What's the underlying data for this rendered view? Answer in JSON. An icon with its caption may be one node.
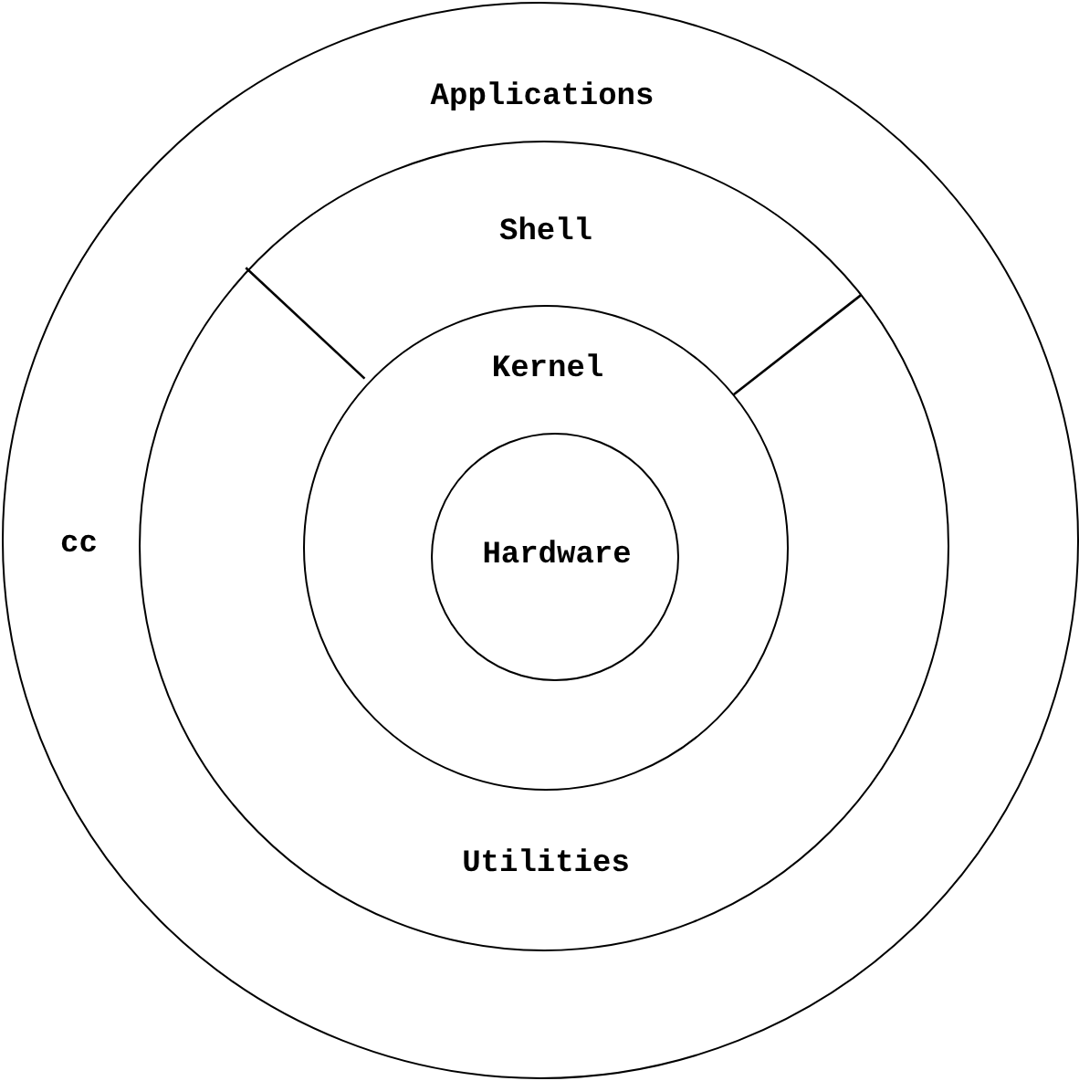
{
  "diagram": {
    "nodes": [
      {
        "text": [
          "Applications"
        ]
      },
      {
        "text": [
          "Shell",
          "Utilities"
        ],
        "in": 0
      },
      {
        "text": [
          "Kernel"
        ],
        "in": 1
      },
      {
        "text": [
          "Hardware"
        ],
        "in": 2
      }
    ],
    "labels": [
      "cc"
    ]
  }
}
